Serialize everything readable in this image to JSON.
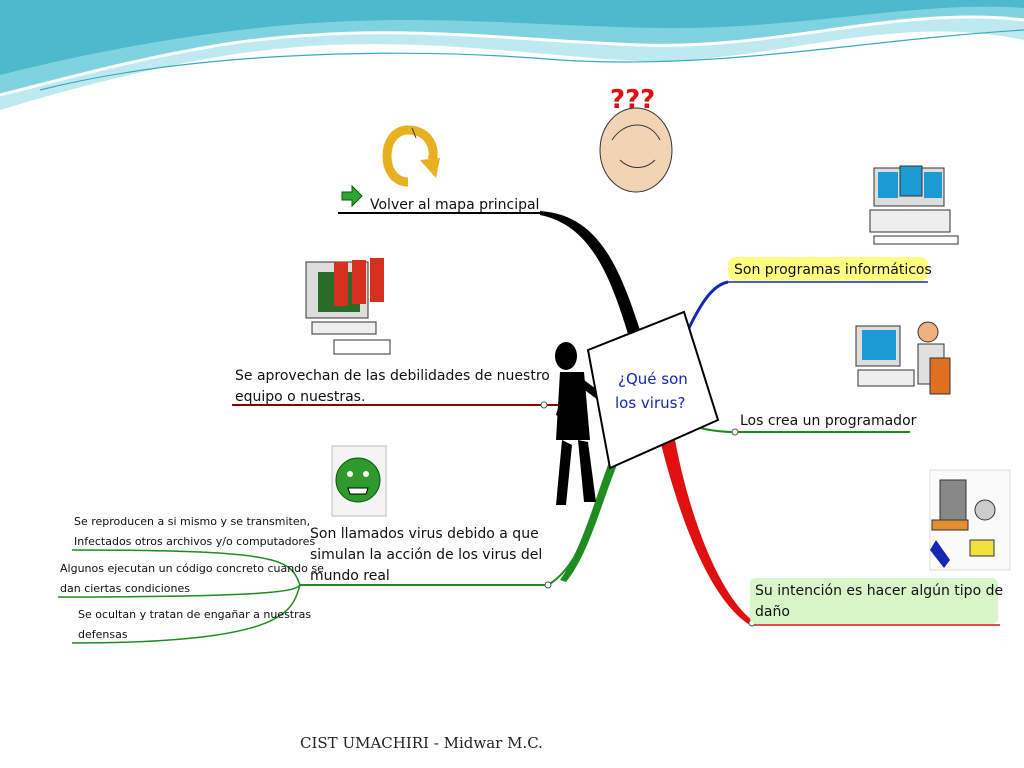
{
  "center": {
    "line1": "¿Qué son",
    "line2": "los virus?"
  },
  "nodes": {
    "back": "Volver al mapa principal",
    "programs": "Son programas informáticos",
    "weakness_1": "Se aprovechan de las debilidades de nuestro",
    "weakness_2": "equipo o nuestras.",
    "creator": "Los crea un programador",
    "named_1": "Son llamados virus debido a que",
    "named_2": "simulan la acción de los virus del",
    "named_3": "mundo real",
    "intent_1": "Su intención es hacer algún tipo de",
    "intent_2": "daño"
  },
  "subnodes": {
    "reproduce_1": "Se reproducen a si mismo y se transmiten,",
    "reproduce_2": "Infectados otros archivos y/o computadores",
    "execute_1": "Algunos ejecutan un código concreto cuando se",
    "execute_2": "dan ciertas condiciones",
    "hide_1": "Se ocultan y tratan de engañar a nuestras",
    "hide_2": "defensas"
  },
  "footer": "CIST UMACHIRI - Midwar M.C.",
  "colors": {
    "branch_black": "#000000",
    "branch_blue": "#1428b4",
    "branch_dark_red": "#8b0000",
    "branch_green": "#1e8c1e",
    "branch_red": "#e01010",
    "highlight_yellow": "#ffff80",
    "highlight_green": "#d8f5c8",
    "wave_teal": "#5fc8d8"
  },
  "icons": [
    "back-arrow-icon",
    "confused-head-icon",
    "computer-network-icon",
    "infected-computer-icon",
    "programmer-icon",
    "virus-icon",
    "damaged-computer-icon",
    "go-arrow-icon"
  ]
}
